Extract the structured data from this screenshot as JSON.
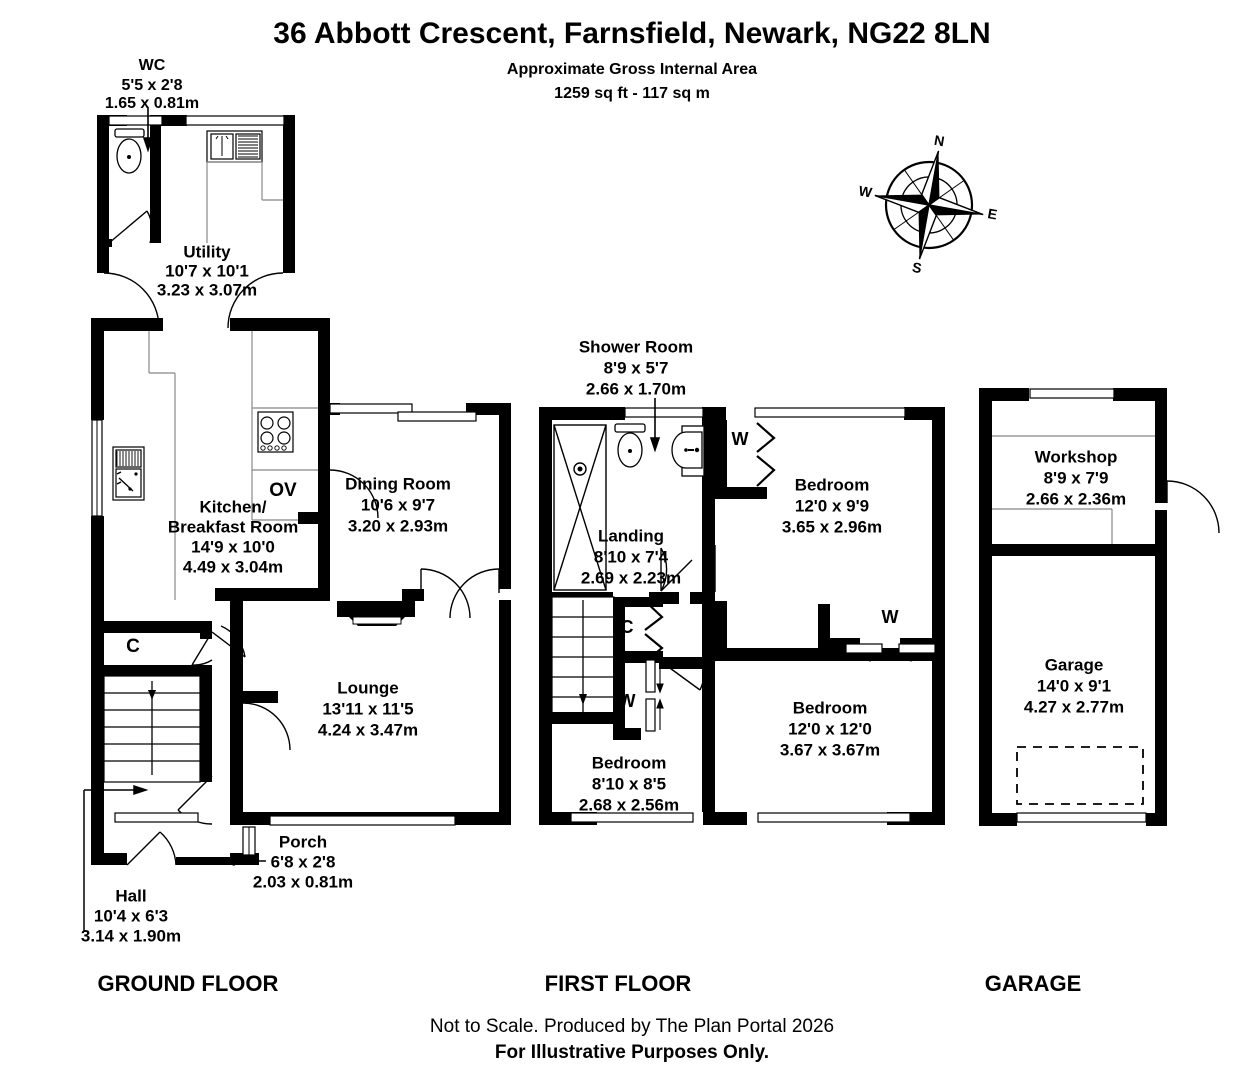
{
  "header": {
    "title": "36 Abbott Crescent, Farnsfield, Newark, NG22 8LN",
    "area_label": "Approximate Gross Internal Area",
    "area_value": "1259 sq ft - 117 sq m"
  },
  "compass": {
    "n": "N",
    "e": "E",
    "s": "S",
    "w": "W",
    "name": "compass-rose"
  },
  "footer": {
    "ground_floor": "GROUND FLOOR",
    "first_floor": "FIRST FLOOR",
    "garage": "GARAGE",
    "disclaimer1": "Not to Scale. Produced by The Plan Portal 2026",
    "disclaimer2": "For Illustrative Purposes Only."
  },
  "ground_floor": {
    "rooms": [
      {
        "key": "wc",
        "name": "WC",
        "imperial": "5'5 x 2'8",
        "metric": "1.65 x 0.81m"
      },
      {
        "key": "utility",
        "name": "Utility",
        "imperial": "10'7 x 10'1",
        "metric": "3.23 x 3.07m"
      },
      {
        "key": "kitchen",
        "name": "Kitchen/",
        "name2": "Breakfast Room",
        "imperial": "14'9 x 10'0",
        "metric": "4.49 x 3.04m"
      },
      {
        "key": "dining",
        "name": "Dining Room",
        "imperial": "10'6 x 9'7",
        "metric": "3.20 x 2.93m"
      },
      {
        "key": "lounge",
        "name": "Lounge",
        "imperial": "13'11 x 11'5",
        "metric": "4.24 x 3.47m"
      },
      {
        "key": "porch",
        "name": "Porch",
        "imperial": "6'8 x 2'8",
        "metric": "2.03 x 0.81m"
      },
      {
        "key": "hall",
        "name": "Hall",
        "imperial": "10'4 x 6'3",
        "metric": "3.14 x 1.90m"
      }
    ],
    "markers": [
      {
        "key": "cupboard",
        "label": "C"
      },
      {
        "key": "oven",
        "label": "OV"
      }
    ]
  },
  "first_floor": {
    "rooms": [
      {
        "key": "shower",
        "name": "Shower Room",
        "imperial": "8'9 x 5'7",
        "metric": "2.66 x 1.70m"
      },
      {
        "key": "landing",
        "name": "Landing",
        "imperial": "8'10 x 7'4",
        "metric": "2.69 x 2.23m"
      },
      {
        "key": "bed1",
        "name": "Bedroom",
        "imperial": "12'0 x 9'9",
        "metric": "3.65 x 2.96m"
      },
      {
        "key": "bed2",
        "name": "Bedroom",
        "imperial": "12'0 x 12'0",
        "metric": "3.67 x 3.67m"
      },
      {
        "key": "bed3",
        "name": "Bedroom",
        "imperial": "8'10 x 8'5",
        "metric": "2.68 x 2.56m"
      }
    ],
    "markers": [
      {
        "key": "wardrobe1",
        "label": "W"
      },
      {
        "key": "wardrobe2",
        "label": "W"
      },
      {
        "key": "wardrobe3",
        "label": "W"
      },
      {
        "key": "cupboard",
        "label": "C"
      }
    ]
  },
  "garage_block": {
    "rooms": [
      {
        "key": "workshop",
        "name": "Workshop",
        "imperial": "8'9 x 7'9",
        "metric": "2.66 x 2.36m"
      },
      {
        "key": "garage",
        "name": "Garage",
        "imperial": "14'0 x 9'1",
        "metric": "4.27 x 2.77m"
      }
    ]
  },
  "colors": {
    "wall": "#000000",
    "paper": "#ffffff",
    "fixture_stroke": "#555555"
  }
}
